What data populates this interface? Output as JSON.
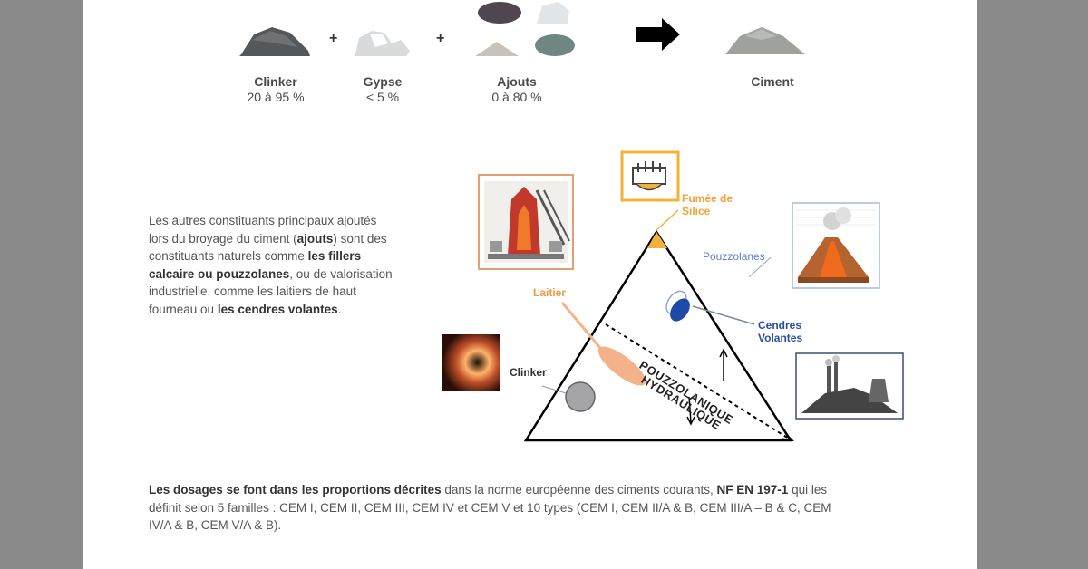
{
  "recipe": {
    "clinker": {
      "name": "Clinker",
      "pct": "20 à 95 %"
    },
    "gypse": {
      "name": "Gypse",
      "pct": "< 5 %"
    },
    "ajouts": {
      "name": "Ajouts",
      "pct": "0 à 80 %"
    },
    "ciment": {
      "name": "Ciment"
    },
    "plus_sign": "+"
  },
  "intro": {
    "t1": "Les autres constituants principaux ajoutés lors du broyage du ciment (",
    "b1": "ajouts",
    "t2": ") sont des constituants naturels comme ",
    "b2": "les fillers calcaire ou pouzzolanes",
    "t3": ", ou de valorisation industrielle, comme les laitiers de haut fourneau ou ",
    "b3": "les cendres volantes",
    "t4": "."
  },
  "diagram": {
    "fumee": "Fumée de Silice",
    "pouzzolanes": "Pouzzolanes",
    "laitier": "Laitier",
    "cendres": "Cendres Volantes",
    "clinker": "Clinker",
    "axis1": "POUZZOLANIQUE",
    "axis2": "HYDRAULIQUE"
  },
  "outro": {
    "b1": "Les dosages se font dans les proportions décrites",
    "t1": " dans la norme européenne des ciments courants, ",
    "b2": "NF EN 197-1",
    "t2": " qui les définit selon 5 familles : CEM I, CEM II, CEM III, CEM IV et CEM V et 10 types (CEM I, CEM II/A & B, CEM III/A – B & C, CEM IV/A & B, CEM V/A & B)."
  },
  "colors": {
    "orange": "#f2a33a",
    "blue": "#5b7fc4",
    "laitier": "#f4b28a",
    "clinker": "#8e8e8e"
  }
}
